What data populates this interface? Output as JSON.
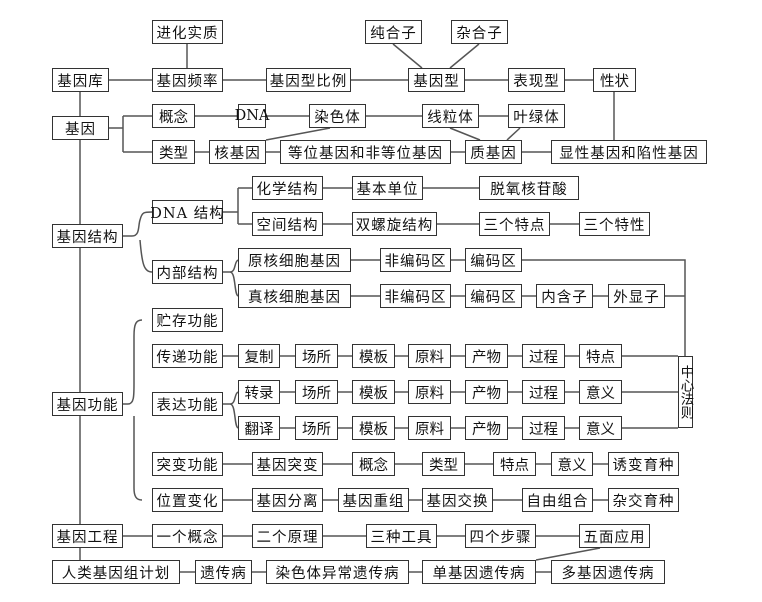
{
  "title": "基因 知识结构图",
  "nodes": [
    {
      "id": "jinhua",
      "label": "进化实质"
    },
    {
      "id": "chunhezi",
      "label": "纯合子"
    },
    {
      "id": "zahezi",
      "label": "杂合子"
    },
    {
      "id": "jiyinku",
      "label": "基因库"
    },
    {
      "id": "pinlv",
      "label": "基因频率"
    },
    {
      "id": "bili",
      "label": "基因型比例"
    },
    {
      "id": "jiyinxing",
      "label": "基因型"
    },
    {
      "id": "biaoxian",
      "label": "表现型"
    },
    {
      "id": "xingzhuang",
      "label": "性状"
    },
    {
      "id": "jiyin",
      "label": "基因"
    },
    {
      "id": "gainian1",
      "label": "概念"
    },
    {
      "id": "dna",
      "label": "DNA"
    },
    {
      "id": "ransети",
      "label": "染色体"
    },
    {
      "id": "xianliti",
      "label": "线粒体"
    },
    {
      "id": "yelvti",
      "label": "叶绿体"
    },
    {
      "id": "leixing1",
      "label": "类型"
    },
    {
      "id": "hejiyin",
      "label": "核基因"
    },
    {
      "id": "dengwei",
      "label": "等位基因和非等位基因"
    },
    {
      "id": "zhijiyin",
      "label": "质基因"
    },
    {
      "id": "xianxing",
      "label": "显性基因和陷性基因"
    },
    {
      "id": "huaxue",
      "label": "化学结构"
    },
    {
      "id": "jiben",
      "label": "基本单位"
    },
    {
      "id": "tuoyang",
      "label": "脱氧核苷酸"
    },
    {
      "id": "dnajiegou",
      "label": "DNA 结构"
    },
    {
      "id": "kongjian",
      "label": "空间结构"
    },
    {
      "id": "shuangluo",
      "label": "双螺旋结构"
    },
    {
      "id": "tedian3",
      "label": "三个特点"
    },
    {
      "id": "texing3",
      "label": "三个特性"
    },
    {
      "id": "jiegou",
      "label": "基因结构"
    },
    {
      "id": "yuanhe",
      "label": "原核细胞基因"
    },
    {
      "id": "fbm1",
      "label": "非编码区"
    },
    {
      "id": "bm1",
      "label": "编码区"
    },
    {
      "id": "neibu",
      "label": "内部结构"
    },
    {
      "id": "zhenhe",
      "label": "真核细胞基因"
    },
    {
      "id": "fbm2",
      "label": "非编码区"
    },
    {
      "id": "bm2",
      "label": "编码区"
    },
    {
      "id": "neihanzi",
      "label": "内含子"
    },
    {
      "id": "waixianzi",
      "label": "外显子"
    },
    {
      "id": "zhucun",
      "label": "贮存功能"
    },
    {
      "id": "chuandi",
      "label": "传递功能"
    },
    {
      "id": "fuzhi",
      "label": "复制"
    },
    {
      "id": "cs1",
      "label": "场所"
    },
    {
      "id": "mb1",
      "label": "模板"
    },
    {
      "id": "yl1",
      "label": "原料"
    },
    {
      "id": "cw1",
      "label": "产物"
    },
    {
      "id": "gc1",
      "label": "过程"
    },
    {
      "id": "td1",
      "label": "特点"
    },
    {
      "id": "zhongxin",
      "label": "中心法则"
    },
    {
      "id": "biaoda",
      "label": "表达功能"
    },
    {
      "id": "zhuanlu",
      "label": "转录"
    },
    {
      "id": "cs2",
      "label": "场所"
    },
    {
      "id": "mb2",
      "label": "模板"
    },
    {
      "id": "yl2",
      "label": "原料"
    },
    {
      "id": "cw2",
      "label": "产物"
    },
    {
      "id": "gc2",
      "label": "过程"
    },
    {
      "id": "yy2",
      "label": "意义"
    },
    {
      "id": "gongneng",
      "label": "基因功能"
    },
    {
      "id": "fanyi",
      "label": "翻译"
    },
    {
      "id": "cs3",
      "label": "场所"
    },
    {
      "id": "mb3",
      "label": "模板"
    },
    {
      "id": "yl3",
      "label": "原料"
    },
    {
      "id": "cw3",
      "label": "产物"
    },
    {
      "id": "gc3",
      "label": "过程"
    },
    {
      "id": "yy3",
      "label": "意义"
    },
    {
      "id": "tubian",
      "label": "突变功能"
    },
    {
      "id": "jytb",
      "label": "基因突变"
    },
    {
      "id": "gainian2",
      "label": "概念"
    },
    {
      "id": "leixing2",
      "label": "类型"
    },
    {
      "id": "td2",
      "label": "特点"
    },
    {
      "id": "yy4",
      "label": "意义"
    },
    {
      "id": "youbian",
      "label": "诱变育种"
    },
    {
      "id": "weizhi",
      "label": "位置变化"
    },
    {
      "id": "fenli",
      "label": "基因分离"
    },
    {
      "id": "chongzu",
      "label": "基因重组"
    },
    {
      "id": "jiaohuan",
      "label": "基因交换"
    },
    {
      "id": "ziyou",
      "label": "自由组合"
    },
    {
      "id": "zajiao",
      "label": "杂交育种"
    },
    {
      "id": "gongcheng",
      "label": "基因工程"
    },
    {
      "id": "yige",
      "label": "一个概念"
    },
    {
      "id": "erge",
      "label": "二个原理"
    },
    {
      "id": "sanzhong",
      "label": "三种工具"
    },
    {
      "id": "sige",
      "label": "四个步骤"
    },
    {
      "id": "wumian",
      "label": "五面应用"
    },
    {
      "id": "renlei",
      "label": "人类基因组计划"
    },
    {
      "id": "yichuan",
      "label": "遗传病"
    },
    {
      "id": "rsyc",
      "label": "染色体异常遗传病"
    },
    {
      "id": "danjiyin",
      "label": "单基因遗传病"
    },
    {
      "id": "duojiyin",
      "label": "多基因遗传病"
    }
  ]
}
